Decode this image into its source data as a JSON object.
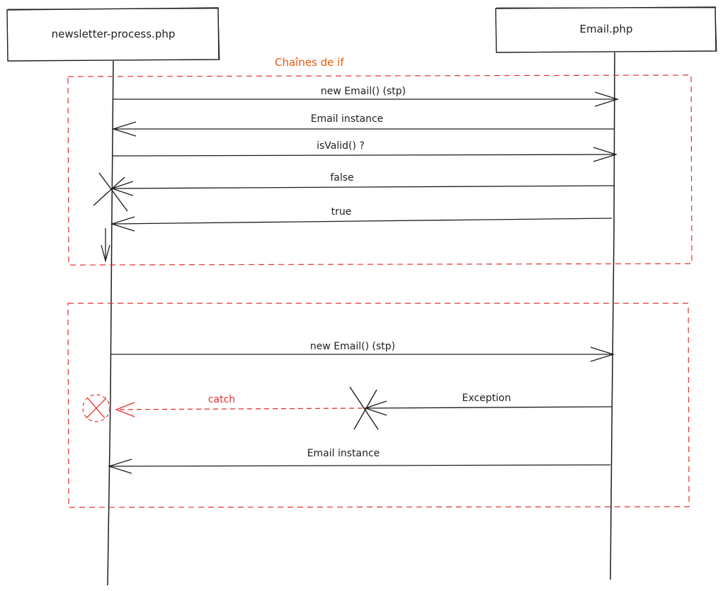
{
  "participants": [
    {
      "id": "left",
      "label": "newsletter-process.php"
    },
    {
      "id": "right",
      "label": "Email.php"
    }
  ],
  "frames": [
    {
      "id": "frame-1",
      "label": "Chaînes de if",
      "label_color": "#e8590c"
    },
    {
      "id": "frame-2",
      "label": ""
    }
  ],
  "messages": [
    {
      "id": "m1",
      "label": "new Email() (stp)",
      "from": "left",
      "to": "right",
      "style": "solid"
    },
    {
      "id": "m2",
      "label": "Email instance",
      "from": "right",
      "to": "left",
      "style": "solid"
    },
    {
      "id": "m3",
      "label": "isValid() ?",
      "from": "left",
      "to": "right",
      "style": "solid"
    },
    {
      "id": "m4",
      "label": "false",
      "from": "right",
      "to": "left",
      "style": "solid",
      "ends_with": "x"
    },
    {
      "id": "m5",
      "label": "true",
      "from": "right",
      "to": "left",
      "style": "solid"
    },
    {
      "id": "m6",
      "label": "new Email() (stp)",
      "from": "left",
      "to": "right",
      "style": "solid"
    },
    {
      "id": "m7",
      "label": "Exception",
      "from": "right",
      "to": "mid",
      "style": "solid",
      "ends_with": "x"
    },
    {
      "id": "m8",
      "label": "catch",
      "from": "mid",
      "to": "left",
      "style": "dashed",
      "ends_with": "circle-x",
      "color": "#e03131"
    },
    {
      "id": "m9",
      "label": "Email instance",
      "from": "right",
      "to": "left",
      "style": "solid"
    }
  ],
  "colors": {
    "ink": "#1e1e1e",
    "frame": "#e03131",
    "frame_label": "#e8590c",
    "catch": "#e03131",
    "background": "#ffffff"
  }
}
